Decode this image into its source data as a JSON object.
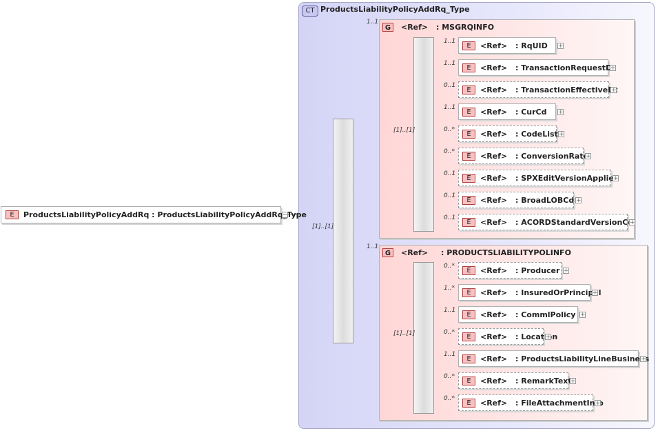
{
  "root": {
    "badge": "E",
    "label": "ProductsLiabilityPolicyAddRq : ProductsLiabilityPolicyAddRq_Type",
    "collapse": "−"
  },
  "complex_type": {
    "badge": "CT",
    "title": "ProductsLiabilityPolicyAddRq_Type",
    "sequence_cardinality": "[1]..[1]"
  },
  "groups": [
    {
      "badge": "G",
      "ref": "<Ref>",
      "name": ": MSGRQINFO",
      "cardinality": "1..1",
      "sequence_cardinality": "[1]..[1]",
      "elements": [
        {
          "card": "1..1",
          "ref": "<Ref>",
          "name": ": RqUID",
          "optional": false
        },
        {
          "card": "1..1",
          "ref": "<Ref>",
          "name": ": TransactionRequestDt",
          "optional": false
        },
        {
          "card": "0..1",
          "ref": "<Ref>",
          "name": ": TransactionEffectiveDt",
          "optional": true
        },
        {
          "card": "1..1",
          "ref": "<Ref>",
          "name": ": CurCd",
          "optional": false
        },
        {
          "card": "0..*",
          "ref": "<Ref>",
          "name": ": CodeList",
          "optional": true
        },
        {
          "card": "0..*",
          "ref": "<Ref>",
          "name": ": ConversionRate",
          "optional": true
        },
        {
          "card": "0..1",
          "ref": "<Ref>",
          "name": ": SPXEditVersionApplied",
          "optional": true
        },
        {
          "card": "0..1",
          "ref": "<Ref>",
          "name": ": BroadLOBCd",
          "optional": true
        },
        {
          "card": "0..1",
          "ref": "<Ref>",
          "name": ": ACORDStandardVersionCd",
          "optional": true
        }
      ]
    },
    {
      "badge": "G",
      "ref": "<Ref>",
      "name": ": PRODUCTSLIABILITYPOLINFO",
      "cardinality": "1..1",
      "sequence_cardinality": "[1]..[1]",
      "elements": [
        {
          "card": "0..*",
          "ref": "<Ref>",
          "name": ": Producer",
          "optional": true
        },
        {
          "card": "1..*",
          "ref": "<Ref>",
          "name": ": InsuredOrPrincipal",
          "optional": false
        },
        {
          "card": "1..1",
          "ref": "<Ref>",
          "name": ": CommlPolicy",
          "optional": false
        },
        {
          "card": "0..*",
          "ref": "<Ref>",
          "name": ": Location",
          "optional": true
        },
        {
          "card": "1..1",
          "ref": "<Ref>",
          "name": ": ProductsLiabilityLineBusiness",
          "optional": false
        },
        {
          "card": "0..*",
          "ref": "<Ref>",
          "name": ": RemarkText",
          "optional": true
        },
        {
          "card": "0..*",
          "ref": "<Ref>",
          "name": ": FileAttachmentInfo",
          "optional": true
        }
      ]
    }
  ],
  "element_badge": "E",
  "expand_symbol": "+"
}
